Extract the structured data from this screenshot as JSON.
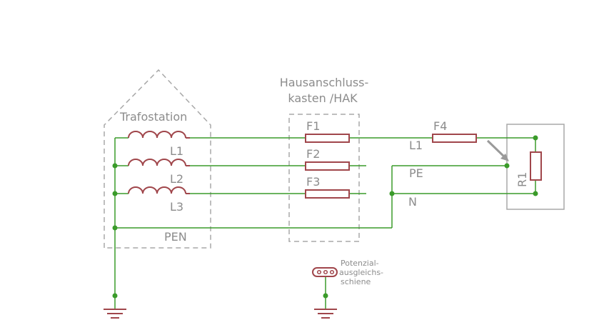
{
  "labels": {
    "trafostation": "Trafostation",
    "hak_line1": "Hausanschluss-",
    "hak_line2": "kasten /HAK",
    "trafo_L1": "L1",
    "trafo_L2": "L2",
    "trafo_L3": "L3",
    "pen": "PEN",
    "F1": "F1",
    "F2": "F2",
    "F3": "F3",
    "F4": "F4",
    "out_L1": "L1",
    "out_PE": "PE",
    "out_N": "N",
    "R1": "R1",
    "pa_line1": "Potenzial-",
    "pa_line2": "ausgleichs-",
    "pa_line3": "schiene"
  },
  "colors": {
    "wire": "#3a9b2a",
    "component": "#a0464b",
    "frame": "#a8a8a8",
    "text": "#8c8c8c",
    "arrow": "#9a9a9a"
  }
}
